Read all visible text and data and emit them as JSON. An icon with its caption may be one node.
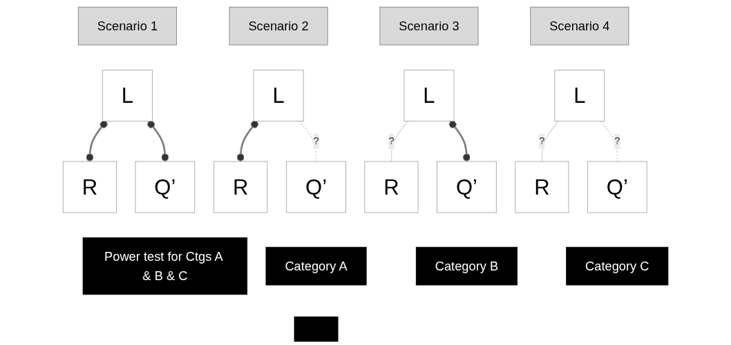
{
  "diagram": {
    "nodes": [
      {
        "text": [
          "Scenario 1"
        ]
      },
      {
        "text": [
          "L"
        ]
      },
      {
        "text": [
          "R"
        ]
      },
      {
        "text": [
          "Q’"
        ]
      },
      {
        "text": [
          "Scenario 2"
        ]
      },
      {
        "text": [
          "L"
        ]
      },
      {
        "text": [
          "R"
        ]
      },
      {
        "text": [
          "Q’"
        ]
      },
      {
        "text": [
          "Scenario 3"
        ]
      },
      {
        "text": [
          "L"
        ]
      },
      {
        "text": [
          "R"
        ]
      },
      {
        "text": [
          "Q’"
        ]
      },
      {
        "text": [
          "Scenario 4"
        ]
      },
      {
        "text": [
          "L"
        ]
      },
      {
        "text": [
          "R"
        ]
      },
      {
        "text": [
          "Q’"
        ]
      },
      {
        "text": [
          "Power test for Ctgs A & B & C"
        ]
      },
      {
        "text": [
          "Category A"
        ]
      },
      {
        "text": [
          "Category B"
        ]
      },
      {
        "text": [
          "Category C"
        ]
      },
      {
        "text": [],
        "shape": "bar"
      }
    ],
    "edges": [
      {
        "from": 1,
        "to": 2,
        "arrow": "other"
      },
      {
        "from": 1,
        "to": 3,
        "arrow": "other"
      },
      {
        "from": 5,
        "to": 6,
        "arrow": "other"
      },
      {
        "from": 5,
        "to": 7,
        "arrow": "none",
        "label": "?",
        "style": "dashed",
        "color": "#c8c8c8"
      },
      {
        "from": 9,
        "to": 10,
        "arrow": "none",
        "label": "?",
        "color": "#d9d9d9"
      },
      {
        "from": 9,
        "to": 11,
        "arrow": "other"
      },
      {
        "from": 13,
        "to": 14,
        "arrow": "none",
        "label": "?",
        "color": "#d9d9d9"
      },
      {
        "from": 13,
        "to": 15,
        "arrow": "none",
        "label": "?",
        "style": "dashed",
        "color": "#c8c8c8"
      }
    ]
  }
}
